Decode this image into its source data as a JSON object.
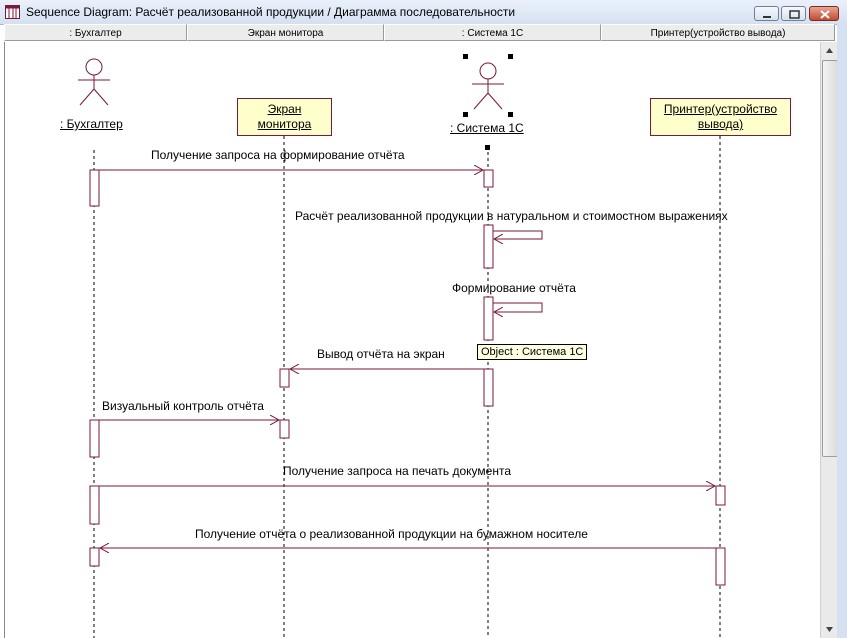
{
  "window": {
    "title": "Sequence Diagram: Расчёт реализованной продукции / Диаграмма последовательности",
    "icon": "sequence-diagram-icon"
  },
  "header_columns": [
    {
      "label": ": Бухгалтер"
    },
    {
      "label": "Экран монитора"
    },
    {
      "label": ": Система 1С"
    },
    {
      "label": "Принтер(устройство вывода)"
    }
  ],
  "objects": {
    "accountant": {
      "label": ": Бухгалтер"
    },
    "monitor": {
      "line1": "Экран",
      "line2": "монитора"
    },
    "system": {
      "label": ": Система 1С"
    },
    "printer": {
      "line1": "Принтер(устройство",
      "line2": "вывода)"
    }
  },
  "messages": [
    {
      "text": "Получение запроса на формирование отчёта"
    },
    {
      "text": "Расчёт реализованной продукции в натуральном и стоимостном выражениях"
    },
    {
      "text": "Формирование отчёта"
    },
    {
      "text": "Вывод отчёта на экран"
    },
    {
      "text": "Визуальный контроль отчёта"
    },
    {
      "text": "Получение запроса на печать документа"
    },
    {
      "text": "Получение отчёта о реализованной продукции на бумажном носителе"
    }
  ],
  "tooltip": {
    "text": "Object :  Система 1С"
  },
  "colors": {
    "line": "#7a1a3a",
    "note_fill": "#ffffcc"
  }
}
